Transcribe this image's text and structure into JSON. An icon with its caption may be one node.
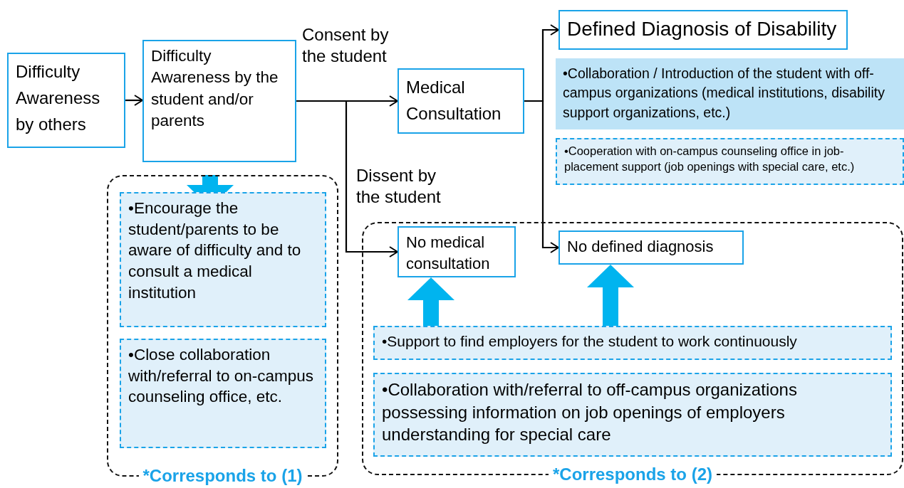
{
  "diagram": {
    "nodes": [
      {
        "text": [
          "Difficulty Awareness by others"
        ]
      },
      {
        "text": [
          "Difficulty Awareness by the student and/or parents"
        ]
      },
      {
        "text": [
          "Medical Consultation"
        ]
      },
      {
        "text": [
          "Defined Diagnosis of Disability"
        ]
      },
      {
        "text": [
          "•Collaboration / Introduction of the student with off-campus organizations (medical institutions, disability support organizations, etc.)"
        ]
      },
      {
        "text": [
          "•Cooperation with on-campus counseling office in job-placement support (job openings with special care, etc.)"
        ]
      },
      {
        "text": [
          "No defined diagnosis"
        ],
        "in": 10
      },
      {
        "text": [
          "*Corresponds to (1)"
        ]
      },
      {
        "text": [
          "•Encourage the student/parents to be aware of difficulty and to consult a medical institution"
        ],
        "in": 7
      },
      {
        "text": [
          "•Close collaboration with/referral to on-campus counseling office, etc."
        ],
        "in": 7
      },
      {
        "text": [
          "*Corresponds to (2)"
        ]
      },
      {
        "text": [
          "No medical consultation"
        ],
        "in": 10
      },
      {
        "text": [
          "•Support to find employers for the student to work continuously"
        ],
        "in": 10
      },
      {
        "text": [
          "•Collaboration  with/referral to off-campus organizations possessing information on job openings of employers understanding for special care"
        ],
        "in": 10
      }
    ],
    "edges": [
      {
        "from": 0,
        "to": 1,
        "arrow": "to"
      },
      {
        "from": 1,
        "to": 2,
        "arrow": "to",
        "label": "Consent by the student"
      },
      {
        "from": 1,
        "to": 11,
        "arrow": "to",
        "label": "Dissent by the student"
      },
      {
        "from": 2,
        "to": 3,
        "arrow": "to"
      },
      {
        "from": 2,
        "to": 6,
        "arrow": "to"
      },
      {
        "from": 7,
        "to": 1,
        "arrow": "to",
        "style": "thick",
        "color": "#00b4ef"
      },
      {
        "from": 12,
        "to": 11,
        "arrow": "to",
        "style": "thick",
        "color": "#00b4ef"
      },
      {
        "from": 12,
        "to": 6,
        "arrow": "to",
        "style": "thick",
        "color": "#00b4ef"
      }
    ]
  }
}
